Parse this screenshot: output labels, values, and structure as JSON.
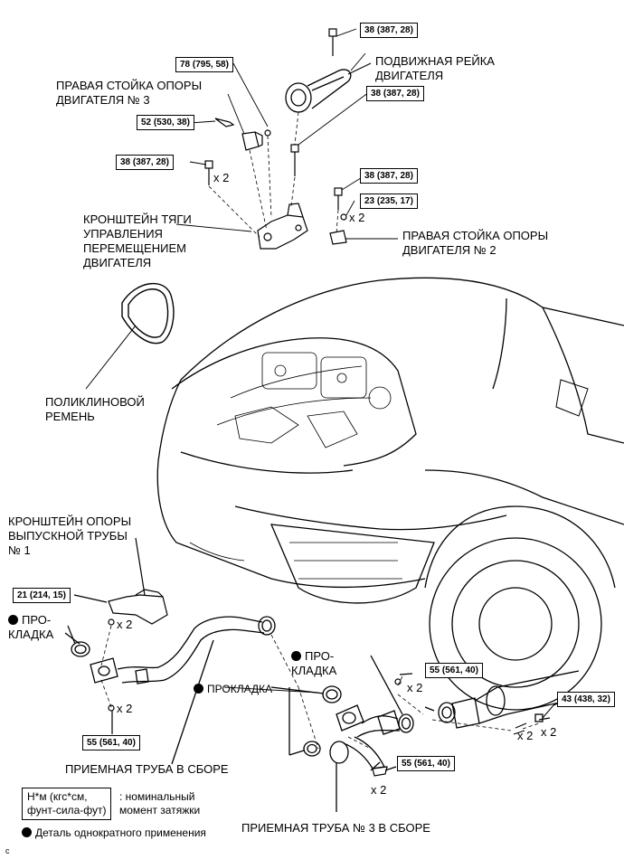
{
  "labels": {
    "engine_rod": "ПОДВИЖНАЯ РЕЙКА\nДВИГАТЕЛЯ",
    "right_mount_3": "ПРАВАЯ СТОЙКА ОПОРЫ\nДВИГАТЕЛЯ № 3",
    "control_bracket": "КРОНШТЕЙН ТЯГИ\nУПРАВЛЕНИЯ\nПЕРЕМЕЩЕНИЕМ\nДВИГАТЕЛЯ",
    "right_mount_2": "ПРАВАЯ СТОЙКА ОПОРЫ\nДВИГАТЕЛЯ № 2",
    "v_belt": "ПОЛИКЛИНОВОЙ\nРЕМЕНЬ",
    "exhaust_bracket": "КРОНШТЕЙН ОПОРЫ\nВЫПУСКНОЙ ТРУБЫ\n№ 1",
    "gasket_left": "ПРО-\nКЛАДКА",
    "gasket_right": "ПРО-\nКЛАДКА",
    "gasket_mid": "ПРОКЛАДКА",
    "front_pipe": "ПРИЕМНАЯ ТРУБА В СБОРЕ",
    "front_pipe_3": "ПРИЕМНАЯ ТРУБА № 3 В СБОРЕ"
  },
  "torques": {
    "t1": "38 (387, 28)",
    "t2": "78 (795, 58)",
    "t3": "38 (387, 28)",
    "t4": "52 (530, 38)",
    "t5": "38 (387, 28)",
    "t6": "38 (387, 28)",
    "t7": "23 (235, 17)",
    "t8": "21 (214, 15)",
    "t9": "55 (561, 40)",
    "t10": "55 (561, 40)",
    "t11": "43 (438, 32)",
    "t12": "55 (561, 40)"
  },
  "multipliers": {
    "m1": "x 2",
    "m2": "x 2",
    "m3": "x 2",
    "m4": "x 2",
    "m5": "x 2",
    "m6": "x 2",
    "m7": "x 2",
    "m8": "x 2"
  },
  "legend": {
    "unit": "Н*м (кгс*см,\nфунт-сила-фут)",
    "unit_desc": ": номинальный\nмомент затяжки",
    "non_reusable": "Деталь однократного применения"
  },
  "corner": "c"
}
